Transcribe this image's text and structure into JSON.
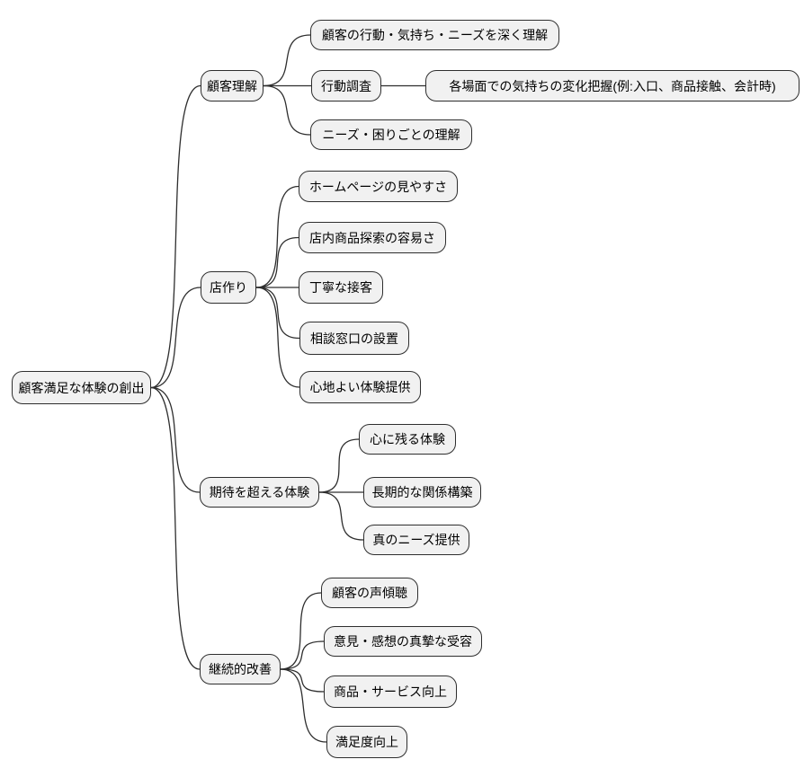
{
  "diagram": {
    "type": "mindmap",
    "colors": {
      "node_fill": "#f1f1f1",
      "node_border": "#2e2e2e",
      "edge": "#2e2e2e",
      "background": "#ffffff",
      "text": "#000000"
    },
    "root": {
      "label": "顧客満足な体験の創出"
    },
    "branches": [
      {
        "label": "顧客理解",
        "children": [
          {
            "label": "顧客の行動・気持ち・ニーズを深く理解"
          },
          {
            "label": "行動調査",
            "children": [
              {
                "label": "各場面での気持ちの変化把握(例:入口、商品接触、会計時)"
              }
            ]
          },
          {
            "label": "ニーズ・困りごとの理解"
          }
        ]
      },
      {
        "label": "店作り",
        "children": [
          {
            "label": "ホームページの見やすさ"
          },
          {
            "label": "店内商品探索の容易さ"
          },
          {
            "label": "丁寧な接客"
          },
          {
            "label": "相談窓口の設置"
          },
          {
            "label": "心地よい体験提供"
          }
        ]
      },
      {
        "label": "期待を超える体験",
        "children": [
          {
            "label": "心に残る体験"
          },
          {
            "label": "長期的な関係構築"
          },
          {
            "label": "真のニーズ提供"
          }
        ]
      },
      {
        "label": "継続的改善",
        "children": [
          {
            "label": "顧客の声傾聴"
          },
          {
            "label": "意見・感想の真摯な受容"
          },
          {
            "label": "商品・サービス向上"
          },
          {
            "label": "満足度向上"
          }
        ]
      }
    ]
  }
}
